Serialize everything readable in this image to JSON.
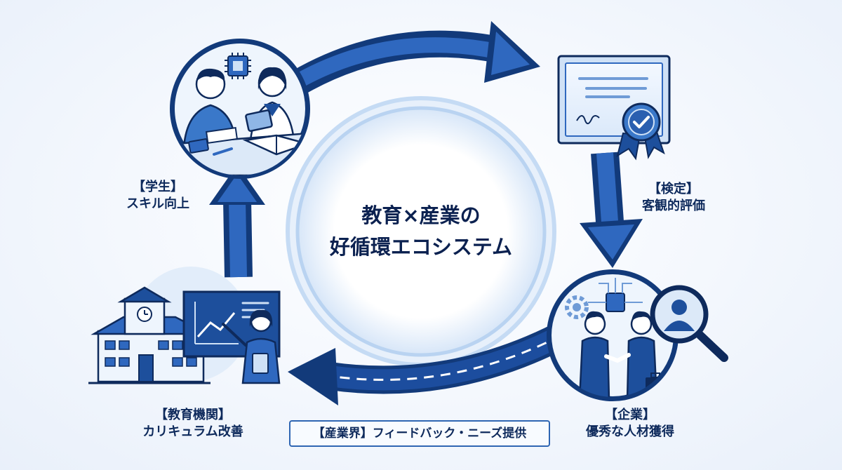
{
  "center": {
    "line1": "教育×産業の",
    "line2": "好循環エコシステム"
  },
  "nodes": {
    "student": {
      "title": "【学生】",
      "desc": "スキル向上"
    },
    "certification": {
      "title": "【検定】",
      "desc": "客観的評価"
    },
    "company": {
      "title": "【企業】",
      "desc": "優秀な人材獲得"
    },
    "school": {
      "title": "【教育機関】",
      "desc": "カリキュラム改善"
    }
  },
  "feedback": {
    "label": "【産業界】フィードバック・ニーズ提供"
  },
  "colors": {
    "navy": "#0e2a5c",
    "arrow_blue": "#1d4f9c",
    "light_blue": "#cfe1f6",
    "accent_blue": "#3a7bd5"
  }
}
